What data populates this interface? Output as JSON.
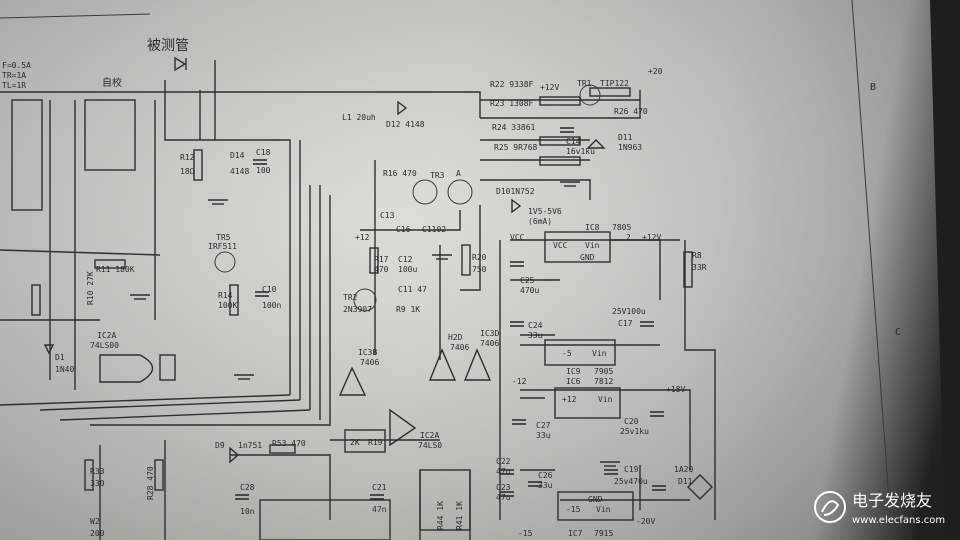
{
  "labels": {
    "title_cn": "被测管",
    "self_check": "自校",
    "r22": "R22 9338F",
    "r23": "R23 1308F",
    "r24": "R24 33861",
    "r25": "R25 9R768",
    "plus12_top": "+12V",
    "tr1": "TR1",
    "tip122": "TIP122",
    "r26": "R26 470",
    "c14": "C14",
    "c14v": "16v1ku",
    "d11": "D11",
    "d11v": "1N963",
    "p20": "+20",
    "l1": "L1 20uh",
    "d12": "D12 4148",
    "r16": "R16 470",
    "tr3": "TR3",
    "a": "A",
    "c13": "C13",
    "c16": "C16",
    "c1102": "C1102",
    "d101": "D101N752",
    "zener": "1V5-5V6",
    "zener2": "(6mA)",
    "r12": "R12",
    "r12v": "18Ω",
    "d14": "D14",
    "d14v": "4148",
    "c18": "C18",
    "c18v": "100",
    "ic8": "IC8",
    "ic8v": "7805",
    "vcc": "VCC",
    "vin": "Vin",
    "gnd": "GND",
    "out_2": "2",
    "plus12": "+12V",
    "tr5": "TR5",
    "tr5v": "IRF511",
    "plus12_b": "+12",
    "r17": "R17",
    "r17v": "470",
    "c12": "C12",
    "c12v": "100u",
    "c11": "C11 47",
    "r20": "R20",
    "r20v": "750",
    "c25": "C25",
    "c25v": "470u",
    "r8": "R8",
    "r8v": "33R",
    "r11": "R11 180K",
    "r10": "R10 27K",
    "r14": "R14",
    "r14v": "100K",
    "c10": "C10",
    "c10v": "100n",
    "tr2": "TR2",
    "tr2v": "2N3907",
    "r9": "R9 1K",
    "c17": "C17",
    "c17v": "25V100u",
    "c24": "C24",
    "c24v": "33u",
    "ic9": "IC9",
    "ic9v": "7905",
    "minus5": "-5",
    "ic6": "IC6",
    "ic6v": "7812",
    "plus18": "+18V",
    "plus12_c": "+12",
    "minus12": "-12",
    "ic2a": "IC2A",
    "ic2a_v": "74LS00",
    "d1": "D1",
    "d1v": "1N40",
    "ic3b": "IC3B",
    "ic3b_v": "7406",
    "ic3d": "IC3D",
    "ic3d_v": "7406",
    "h2": "H2D",
    "c27": "C27",
    "c27v": "33u",
    "c20": "C20",
    "c20v": "25v1ku",
    "ic2a_b": "IC2A",
    "ic2a_bv": "74LS0",
    "r19": "R19",
    "r19v": "2K",
    "d9": "D9",
    "d9v": "1n751",
    "r53": "R53 470",
    "c23": "C23",
    "c23v": "47u",
    "c22": "C22",
    "c22v": "47u",
    "c26": "C26",
    "c26v": "33u",
    "c19": "C19",
    "c19v": "25v470u",
    "a20": "1A20",
    "d11b": "D11",
    "ic7": "IC7",
    "ic7v": "7915",
    "minus15": "-15",
    "minus15b": "-15",
    "minus20": "-20V",
    "r33": "R33",
    "r33v": "330",
    "r28": "R28 470",
    "c28": "C28",
    "c28v": "10n",
    "c21": "C21",
    "c21v": "47n",
    "r44": "R44 1K",
    "r41": "R41 1K",
    "w2": "W2",
    "w2v": "200",
    "tl1": "F=0.5A",
    "tl2": "TR=1A",
    "tl3": "TL=1R",
    "border_c": "C",
    "border_b": "B"
  },
  "watermark": {
    "cn": "电子发烧友",
    "url": "www.elecfans.com"
  },
  "colors": {
    "paper": "#d6d6d0",
    "ink": "#2b2b2b",
    "shadow": "#2a2a2a"
  }
}
